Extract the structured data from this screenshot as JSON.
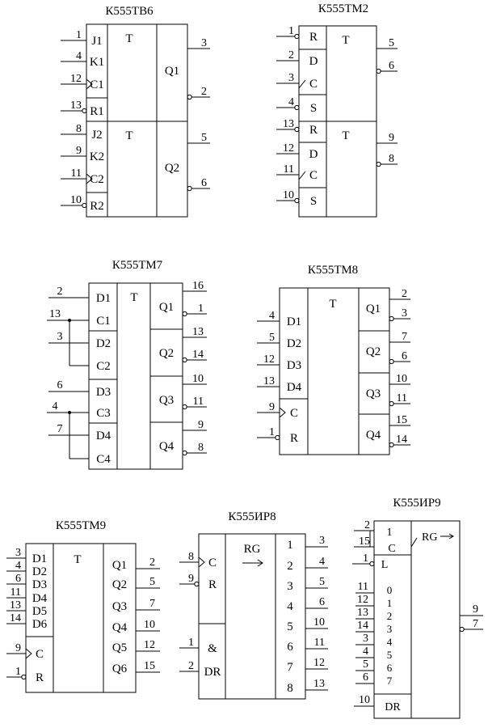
{
  "components": [
    {
      "id": "tv6",
      "title": "К555ТВ6",
      "sections": [
        {
          "label": "T",
          "inputs": [
            {
              "pin": "1",
              "label": "J1"
            },
            {
              "pin": "4",
              "label": "K1"
            },
            {
              "pin": "12",
              "label": "C1"
            },
            {
              "pin": "13",
              "label": "R1"
            }
          ],
          "outputs": [
            {
              "pin": "3",
              "label": "Q1"
            },
            {
              "pin": "2",
              "label": ""
            }
          ]
        },
        {
          "label": "T",
          "inputs": [
            {
              "pin": "8",
              "label": "J2"
            },
            {
              "pin": "9",
              "label": "K2"
            },
            {
              "pin": "11",
              "label": "C2"
            },
            {
              "pin": "10",
              "label": "R2"
            }
          ],
          "outputs": [
            {
              "pin": "5",
              "label": "Q2"
            },
            {
              "pin": "6",
              "label": ""
            }
          ]
        }
      ]
    },
    {
      "id": "tm2",
      "title": "К555ТМ2",
      "sections": [
        {
          "label": "T",
          "inputs": [
            {
              "pin": "1",
              "label": "R"
            },
            {
              "pin": "2",
              "label": "D"
            },
            {
              "pin": "3",
              "label": "C"
            },
            {
              "pin": "4",
              "label": "S"
            }
          ],
          "outputs": [
            {
              "pin": "5",
              "label": ""
            },
            {
              "pin": "6",
              "label": ""
            }
          ]
        },
        {
          "label": "T",
          "inputs": [
            {
              "pin": "13",
              "label": "R"
            },
            {
              "pin": "12",
              "label": "D"
            },
            {
              "pin": "11",
              "label": "C"
            },
            {
              "pin": "10",
              "label": "S"
            }
          ],
          "outputs": [
            {
              "pin": "9",
              "label": ""
            },
            {
              "pin": "8",
              "label": ""
            }
          ]
        }
      ]
    },
    {
      "id": "tm7",
      "title": "К555ТМ7",
      "label": "T",
      "inputs": [
        {
          "pin": "2",
          "label": "D1"
        },
        {
          "pin": "13",
          "label": "C1"
        },
        {
          "pin": "3",
          "label": "D2"
        },
        {
          "pin": "",
          "label": "C2"
        },
        {
          "pin": "6",
          "label": "D3"
        },
        {
          "pin": "4",
          "label": "C3"
        },
        {
          "pin": "7",
          "label": "D4"
        },
        {
          "pin": "",
          "label": "C4"
        }
      ],
      "outputs": [
        {
          "label": "Q1",
          "pins": [
            "16",
            "1"
          ]
        },
        {
          "label": "Q2",
          "pins": [
            "13",
            "14"
          ]
        },
        {
          "label": "Q3",
          "pins": [
            "10",
            "11"
          ]
        },
        {
          "label": "Q4",
          "pins": [
            "9",
            "8"
          ]
        }
      ]
    },
    {
      "id": "tm8",
      "title": "К555ТМ8",
      "label": "T",
      "inputs": [
        {
          "pin": "4",
          "label": "D1"
        },
        {
          "pin": "5",
          "label": "D2"
        },
        {
          "pin": "12",
          "label": "D3"
        },
        {
          "pin": "13",
          "label": "D4"
        },
        {
          "pin": "9",
          "label": "C"
        },
        {
          "pin": "1",
          "label": "R"
        }
      ],
      "outputs": [
        {
          "label": "Q1",
          "pins": [
            "2",
            "3"
          ]
        },
        {
          "label": "Q2",
          "pins": [
            "7",
            "6"
          ]
        },
        {
          "label": "Q3",
          "pins": [
            "10",
            "11"
          ]
        },
        {
          "label": "Q4",
          "pins": [
            "15",
            "14"
          ]
        }
      ]
    },
    {
      "id": "tm9",
      "title": "К555ТМ9",
      "label": "T",
      "inputs": [
        {
          "pin": "3",
          "label": "D1"
        },
        {
          "pin": "4",
          "label": "D2"
        },
        {
          "pin": "6",
          "label": "D3"
        },
        {
          "pin": "11",
          "label": "D4"
        },
        {
          "pin": "13",
          "label": "D5"
        },
        {
          "pin": "14",
          "label": "D6"
        },
        {
          "pin": "9",
          "label": "C"
        },
        {
          "pin": "1",
          "label": "R"
        }
      ],
      "outputs": [
        {
          "pin": "2",
          "label": "Q1"
        },
        {
          "pin": "5",
          "label": "Q2"
        },
        {
          "pin": "7",
          "label": "Q3"
        },
        {
          "pin": "10",
          "label": "Q4"
        },
        {
          "pin": "12",
          "label": "Q5"
        },
        {
          "pin": "15",
          "label": "Q6"
        }
      ]
    },
    {
      "id": "ir8",
      "title": "К555ИР8",
      "label": "RG",
      "inputs": [
        {
          "pin": "8",
          "label": "C"
        },
        {
          "pin": "9",
          "label": "R"
        },
        {
          "pin": "1",
          "label": "&"
        },
        {
          "pin": "2",
          "label": "DR"
        }
      ],
      "outputs": [
        {
          "pin": "3",
          "label": "1"
        },
        {
          "pin": "4",
          "label": "2"
        },
        {
          "pin": "5",
          "label": "3"
        },
        {
          "pin": "6",
          "label": "4"
        },
        {
          "pin": "10",
          "label": "5"
        },
        {
          "pin": "11",
          "label": "6"
        },
        {
          "pin": "12",
          "label": "7"
        },
        {
          "pin": "13",
          "label": "8"
        }
      ]
    },
    {
      "id": "ir9",
      "title": "К555ИР9",
      "label": "RG",
      "c_labels": [
        "1",
        "C"
      ],
      "c_pins": [
        "2",
        "15"
      ],
      "l_pin": {
        "pin": "1",
        "label": "L"
      },
      "data_inputs": [
        {
          "pin": "11",
          "label": "0"
        },
        {
          "pin": "12",
          "label": "1"
        },
        {
          "pin": "13",
          "label": "2"
        },
        {
          "pin": "14",
          "label": "3"
        },
        {
          "pin": "3",
          "label": "4"
        },
        {
          "pin": "4",
          "label": "5"
        },
        {
          "pin": "5",
          "label": "6"
        },
        {
          "pin": "6",
          "label": "7"
        }
      ],
      "dr": {
        "pin": "10",
        "label": "DR"
      },
      "outputs": [
        {
          "pin": "9"
        },
        {
          "pin": "7"
        }
      ]
    }
  ]
}
